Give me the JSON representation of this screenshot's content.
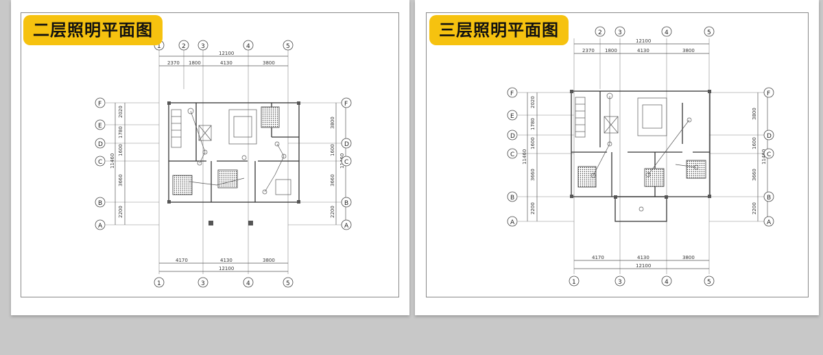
{
  "panels": [
    {
      "title": "二层照明平面图",
      "top_axes": [
        "1",
        "2",
        "3",
        "4",
        "5"
      ],
      "bottom_axes": [
        "1",
        "3",
        "4",
        "5"
      ],
      "side_axes": [
        "F",
        "E",
        "D",
        "C",
        "B",
        "A"
      ],
      "top_total": "12100",
      "top_dims": [
        "2370",
        "1800",
        "4130",
        "3800"
      ],
      "bottom_total": "12100",
      "bottom_dims": [
        "4170",
        "4130",
        "3800"
      ],
      "left_dims": [
        "2020",
        "1780",
        "1600",
        "3660",
        "2200"
      ],
      "left_total": "11460",
      "right_dims": [
        "3800",
        "1600",
        "3660",
        "2200"
      ],
      "right_total": "11460"
    },
    {
      "title": "三层照明平面图",
      "top_axes": [
        "2",
        "3",
        "4",
        "5"
      ],
      "bottom_axes": [
        "1",
        "3",
        "4",
        "5"
      ],
      "side_axes": [
        "F",
        "E",
        "D",
        "C",
        "B",
        "A"
      ],
      "top_total": "12100",
      "top_dims": [
        "2370",
        "1800",
        "4130",
        "3800"
      ],
      "bottom_total": "12100",
      "bottom_dims": [
        "4170",
        "4130",
        "3800"
      ],
      "left_dims": [
        "2020",
        "1780",
        "1600",
        "3660",
        "2200"
      ],
      "left_total": "11460",
      "right_dims": [
        "3800",
        "1600",
        "3660",
        "2200"
      ],
      "right_total": "11460"
    }
  ],
  "colors": {
    "badge": "#f6c20f",
    "background": "#c8c8c8"
  }
}
